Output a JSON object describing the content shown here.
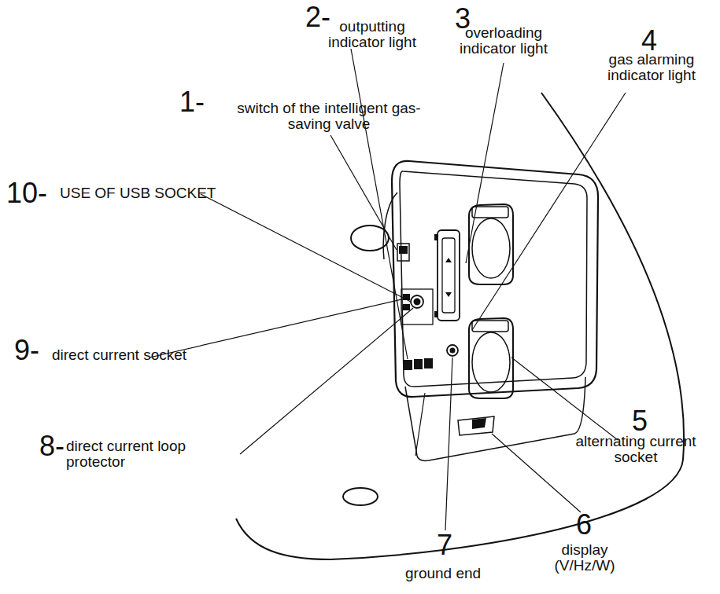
{
  "diagram": {
    "labels": [
      "1-",
      "switch of the intelligent gas-saving valve",
      "2-",
      "outputting indicator light",
      "3",
      "overloading indicator light",
      "4",
      "gas alarming indicator light",
      "5",
      "alternating current socket",
      "6",
      "display (V/Hz/W)",
      "7",
      "ground end",
      "8-",
      "direct current loop protector",
      "9-",
      "direct current socket",
      "10-",
      "USE OF USB SOCKET"
    ]
  }
}
